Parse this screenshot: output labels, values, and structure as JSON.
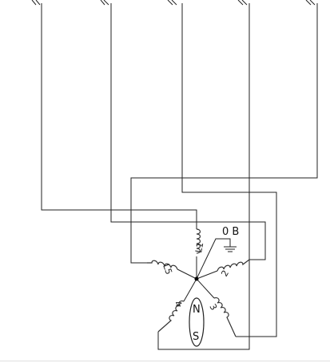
{
  "diagram": {
    "ground_label": "0 B",
    "coils": [
      "L1",
      "2",
      "3",
      "4",
      "L5"
    ],
    "rotor": {
      "north": "N",
      "south": "S"
    }
  }
}
